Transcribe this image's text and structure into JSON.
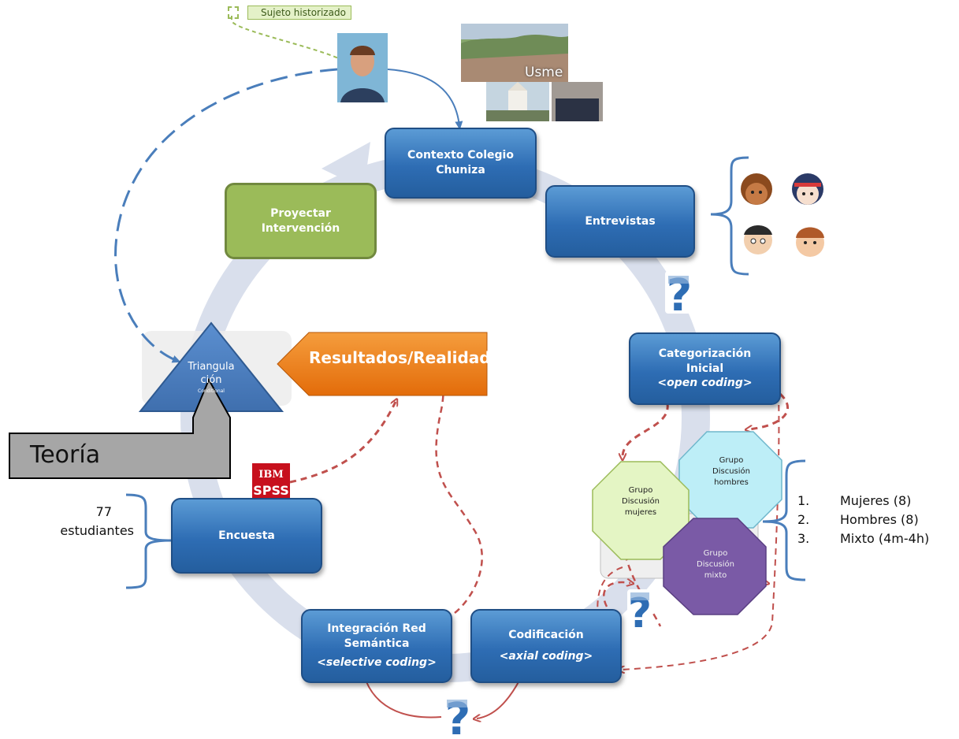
{
  "header": {
    "note_label": "Sujeto historizado"
  },
  "context": {
    "place_label": "Usme"
  },
  "nodes": {
    "contexto": "Contexto Colegio Chuniza",
    "entrevistas": "Entrevistas",
    "proyectar": "Proyectar Intervención",
    "categorizacion_line1": "Categorización Inicial",
    "categorizacion_line2": "<open coding>",
    "resultados": "Resultados/Realidad",
    "triangulacion_line1": "Triangula",
    "triangulacion_line2": "ción",
    "triangulacion_small": "Conditional",
    "teoria": "Teoría",
    "encuesta": "Encuesta",
    "integracion_line1": "Integración Red",
    "integracion_line2": "Semántica",
    "integracion_line3": "<selective coding>",
    "codificacion_line1": "Codificación",
    "codificacion_line2": "<axial coding>"
  },
  "groups": {
    "hombres_line1": "Grupo",
    "hombres_line2": "Discusión",
    "hombres_line3": "hombres",
    "mujeres_line1": "Grupo",
    "mujeres_line2": "Discusión",
    "mujeres_line3": "mujeres",
    "mixto_line1": "Grupo",
    "mixto_line2": "Discusión",
    "mixto_line3": "mixto"
  },
  "survey": {
    "count": "77",
    "unit": "estudiantes",
    "spss_top": "IBM",
    "spss_bottom": "SPSS"
  },
  "composition": [
    {
      "num": "1.",
      "text": "Mujeres (8)"
    },
    {
      "num": "2.",
      "text": "Hombres (8)"
    },
    {
      "num": "3.",
      "text": "Mixto (4m-4h)"
    }
  ],
  "colors": {
    "cycle_arrow": "#d5dceb",
    "node_blue": "#2e6db4",
    "node_green": "#9bbb59",
    "results_orange": "#e36c0a",
    "triangle_blue": "#4a7ebb",
    "teoria_gray": "#a6a6a6",
    "dashed_red": "#c0504d",
    "dashed_blue": "#4a7ebb",
    "brace_blue": "#4a7ebb",
    "hombres_fill": "#bdeef7",
    "mujeres_fill": "#e4f5c4",
    "mixto_fill": "#7a5aa6"
  }
}
